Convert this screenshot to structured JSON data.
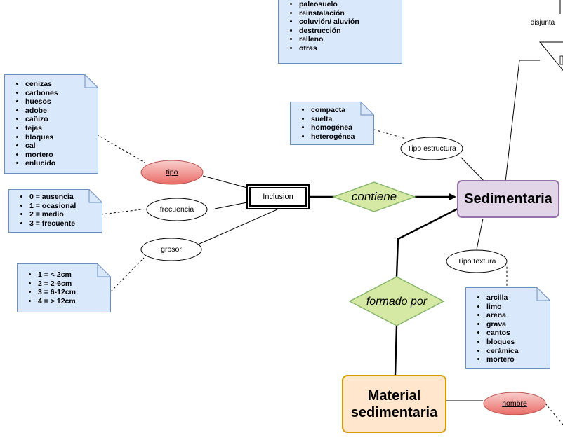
{
  "entities": {
    "inclusion": "Inclusion",
    "sedimentaria": "Sedimentaria",
    "material_line1": "Material",
    "material_line2": "sedimentaria"
  },
  "relationships": {
    "contiene": "contiene",
    "formado_por": "formado por"
  },
  "attributes": {
    "tipo": "tipo",
    "frecuencia": "frecuencia",
    "grosor": "grosor",
    "tipo_estructura": "Tipo estructura",
    "tipo_textura": "Tipo textura",
    "nombre": "nombre"
  },
  "labels": {
    "disjunta": "disjunta"
  },
  "notes": {
    "top_list": [
      "paleosuelo",
      "reinstalación",
      "coluvión/ aluvión",
      "destrucción",
      "relleno",
      "otras"
    ],
    "tipo_list": [
      "cenizas",
      "carbones",
      "huesos",
      "adobe",
      "cañizo",
      "tejas",
      "bloques",
      "cal",
      "mortero",
      "enlucido"
    ],
    "frecuencia_list": [
      "0 = ausencia",
      "1 = ocasional",
      "2 = medio",
      "3 = frecuente"
    ],
    "grosor_list": [
      "1 = < 2cm",
      "2 = 2-6cm",
      "3 = 6-12cm",
      "4 = > 12cm"
    ],
    "estructura_list": [
      "compacta",
      "suelta",
      "homogénea",
      "heterogénea"
    ],
    "textura_list": [
      "arcilla",
      "limo",
      "arena",
      "grava",
      "cantos",
      "bloques",
      "cerámica",
      "mortero"
    ]
  },
  "colors": {
    "note_fill": "#dae8fc",
    "note_stroke": "#6c8ebf",
    "relationship_fill": "#d5e8a4",
    "relationship_stroke": "#82b366",
    "entity_purple_fill": "#e1d5e7",
    "entity_purple_stroke": "#9673a6",
    "entity_orange_fill": "#ffe6cc",
    "entity_orange_stroke": "#d79b00",
    "key_attr_fill": "#f08080",
    "key_attr_stroke": "#b85450"
  }
}
